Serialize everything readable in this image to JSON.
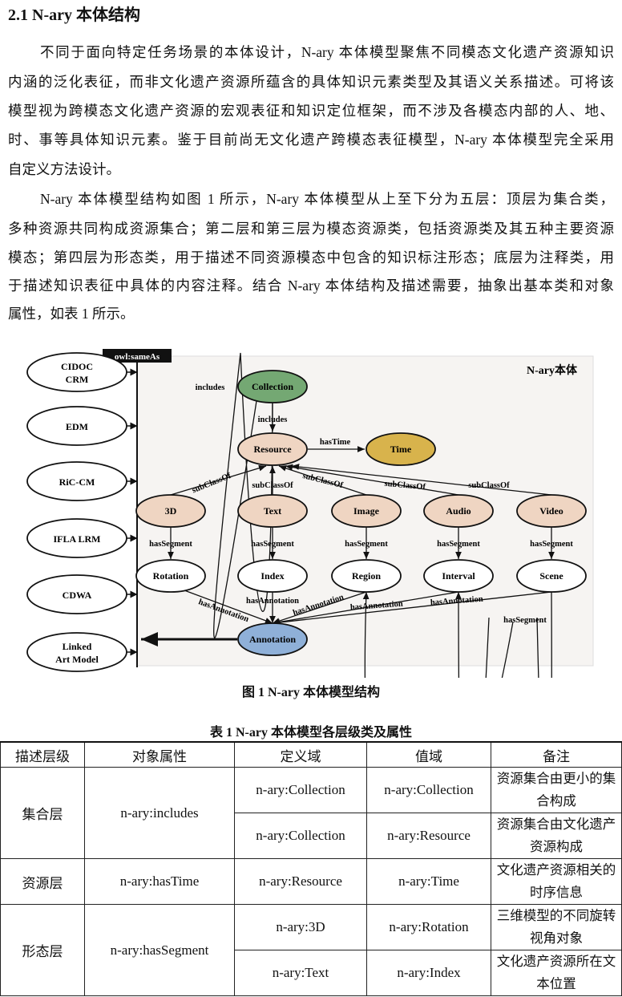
{
  "heading": "2.1 N-ary 本体结构",
  "paragraphs": [
    [
      "不同于面向特定任务场景的本体设计，N-ary 本体模型聚焦不同模态文化遗产资源知识",
      "内涵的泛化表征，而非文化遗产资源所蕴含的具体知识元素类型及其语义关系描述。可将该",
      "模型视为跨模态文化遗产资源的宏观表征和知识定位框架，而不涉及各模态内部的人、地、",
      "时、事等具体知识元素。鉴于目前尚无文化遗产跨模态表征模型，N-ary 本体模型完全采用",
      "自定义方法设计。"
    ],
    [
      "N-ary 本体模型结构如图 1 所示，N-ary 本体模型从上至下分为五层：顶层为集合类，",
      "多种资源共同构成资源集合；第二层和第三层为模态资源类，包括资源类及其五种主要资源",
      "模态；第四层为形态类，用于描述不同资源模态中包含的知识标注形态；底层为注释类，用",
      "于描述知识表征中具体的内容注释。结合 N-ary 本体结构及描述需要，抽象出基本类和对象",
      "属性，如表 1 所示。"
    ]
  ],
  "figure": {
    "caption": "图 1 N-ary 本体模型结构",
    "panel_label": "N-ary本体",
    "same_as_label": "owl:sameAs",
    "external_models": [
      "CIDOC CRM",
      "EDM",
      "RiC-CM",
      "IFLA LRM",
      "CDWA",
      "Linked Art Model"
    ],
    "nodes": {
      "collection": "Collection",
      "resource": "Resource",
      "time": "Time",
      "m3d": "3D",
      "text": "Text",
      "image": "Image",
      "audio": "Audio",
      "video": "Video",
      "rotation": "Rotation",
      "index": "Index",
      "region": "Region",
      "interval": "Interval",
      "scene": "Scene",
      "annotation": "Annotation"
    },
    "edge_labels": {
      "includes": "includes",
      "hasTime": "hasTime",
      "subClassOf": "subClassOf",
      "hasSegment": "hasSegment",
      "hasAnnotation": "hasAnnotation"
    },
    "colors": {
      "collection": "#74a873",
      "resource": "#efd5c2",
      "time": "#d8b34c",
      "modality": "#efd5c2",
      "annotation": "#8fb0d8",
      "panel": "#f6f4f2"
    }
  },
  "table": {
    "title": "表 1 N-ary 本体模型各层级类及属性",
    "headers": [
      "描述层级",
      "对象属性",
      "定义域",
      "值域",
      "备注"
    ],
    "groups": [
      {
        "layer": "集合层",
        "property": "n-ary:includes",
        "rows": [
          {
            "domain": "n-ary:Collection",
            "range": "n-ary:Collection",
            "note": "资源集合由更小的集合构成"
          },
          {
            "domain": "n-ary:Collection",
            "range": "n-ary:Resource",
            "note": "资源集合由文化遗产资源构成"
          }
        ]
      },
      {
        "layer": "资源层",
        "property": "n-ary:hasTime",
        "rows": [
          {
            "domain": "n-ary:Resource",
            "range": "n-ary:Time",
            "note": "文化遗产资源相关的时序信息"
          }
        ]
      },
      {
        "layer": "形态层",
        "property": "n-ary:hasSegment",
        "rows": [
          {
            "domain": "n-ary:3D",
            "range": "n-ary:Rotation",
            "note": "三维模型的不同旋转视角对象"
          },
          {
            "domain": "n-ary:Text",
            "range": "n-ary:Index",
            "note": "文化遗产资源所在文本位置"
          }
        ]
      }
    ]
  }
}
